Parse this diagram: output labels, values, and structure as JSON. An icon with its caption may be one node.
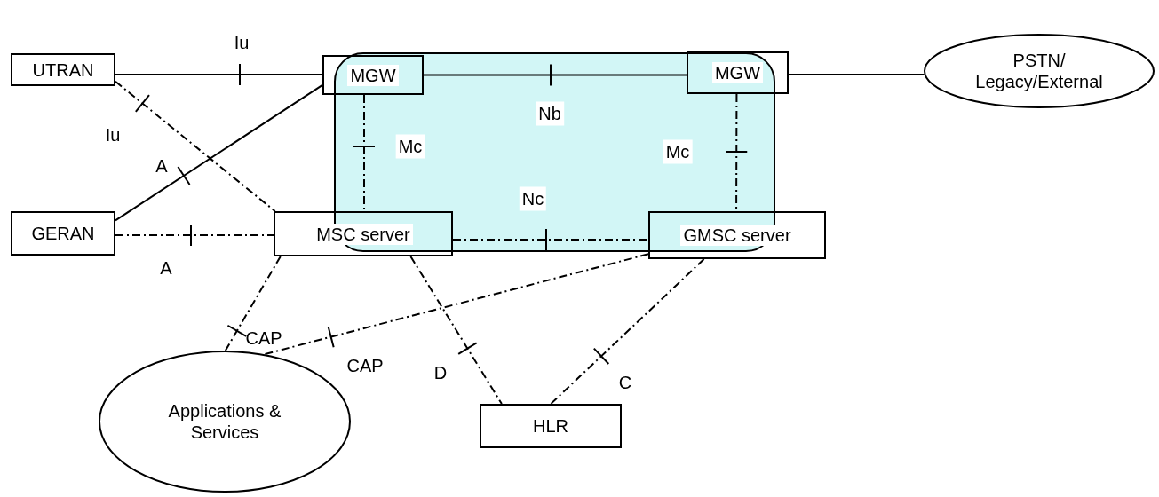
{
  "diagram": {
    "nodes": [
      {
        "text": [
          "UTRAN"
        ]
      },
      {
        "text": [
          "MGW"
        ]
      },
      {
        "text": [
          "MGW"
        ]
      },
      {
        "text": [
          "PSTN/ Legacy/External"
        ]
      },
      {
        "text": [
          "GERAN"
        ]
      },
      {
        "text": [
          "MSC server"
        ]
      },
      {
        "text": [
          "GMSC server"
        ]
      },
      {
        "text": [
          "Applications & Services"
        ]
      },
      {
        "text": [
          "HLR"
        ]
      }
    ],
    "edges": [
      {
        "from": 0,
        "to": 1,
        "arrow": "none",
        "label": "Iu"
      },
      {
        "from": 0,
        "to": 5,
        "arrow": "none",
        "label": "Iu",
        "style": "dashed"
      },
      {
        "from": 4,
        "to": 1,
        "arrow": "none",
        "label": "A"
      },
      {
        "from": 4,
        "to": 5,
        "arrow": "none",
        "label": "A",
        "style": "dashed"
      },
      {
        "from": 1,
        "to": 2,
        "arrow": "none",
        "label": "Nb"
      },
      {
        "from": 1,
        "to": 5,
        "arrow": "none",
        "label": "Mc",
        "style": "dashed"
      },
      {
        "from": 2,
        "to": 6,
        "arrow": "none",
        "label": "Mc",
        "style": "dashed"
      },
      {
        "from": 5,
        "to": 6,
        "arrow": "none",
        "label": "Nc",
        "style": "dashed"
      },
      {
        "from": 2,
        "to": 3,
        "arrow": "none"
      },
      {
        "from": 5,
        "to": 7,
        "arrow": "none",
        "label": "CAP",
        "style": "dashed"
      },
      {
        "from": 6,
        "to": 7,
        "arrow": "none",
        "label": "CAP",
        "style": "dashed"
      },
      {
        "from": 5,
        "to": 8,
        "arrow": "none",
        "label": "D",
        "style": "dashed"
      },
      {
        "from": 6,
        "to": 8,
        "arrow": "none",
        "label": "C",
        "style": "dashed"
      }
    ]
  }
}
